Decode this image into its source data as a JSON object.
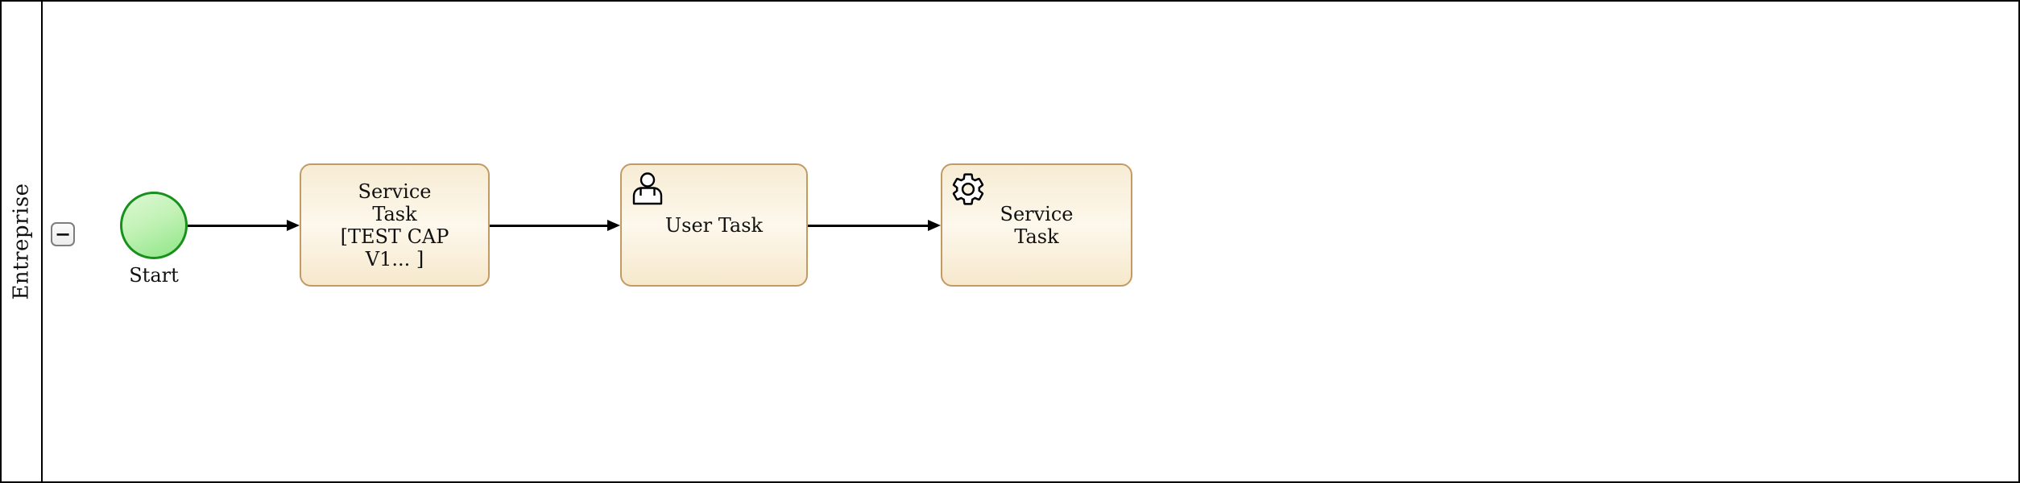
{
  "diagram": {
    "pool_label": "Entreprise",
    "collapse_symbol": "−",
    "start_label": "Start",
    "tasks": [
      {
        "id": "service-task-1",
        "icon": "none",
        "lines": [
          "Service",
          "Task",
          "[TEST CAP",
          "V1... ]"
        ]
      },
      {
        "id": "user-task",
        "icon": "user-icon",
        "lines": [
          "User Task"
        ]
      },
      {
        "id": "service-task-2",
        "icon": "gear-icon",
        "lines": [
          "Service",
          "Task"
        ]
      }
    ],
    "colors": {
      "pool_border": "#000000",
      "task_border": "#c49a63",
      "task_fill_top": "#f7ecd4",
      "task_fill_mid": "#fdf8ec",
      "task_fill_bottom": "#f6e8cc",
      "start_event_border": "#18911c",
      "start_event_fill_light": "#ddf8d3",
      "start_event_fill_dark": "#8ee586",
      "connector": "#000000"
    }
  }
}
